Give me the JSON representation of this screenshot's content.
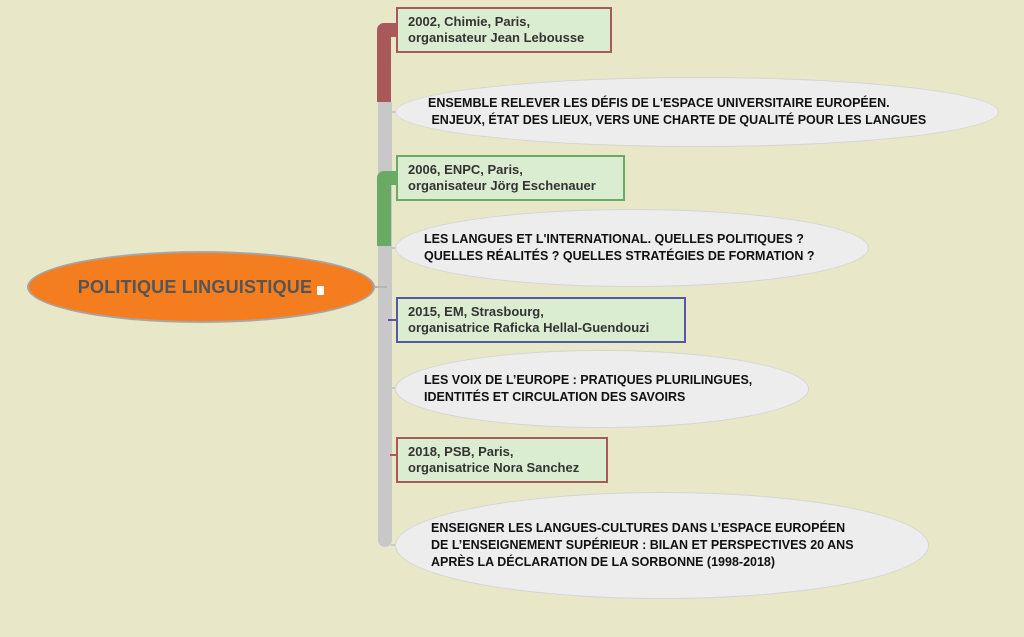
{
  "central": {
    "title": "POLITIQUE LINGUISTIQUE",
    "note_icon": "note-icon"
  },
  "events": [
    {
      "color": "#a85a5a",
      "date_lines": [
        "2002, Chimie, Paris,",
        "organisateur Jean Lebousse"
      ],
      "theme_lines": [
        "ENSEMBLE RELEVER LES DÉFIS DE L'ESPACE UNIVERSITAIRE  EUROPÉEN.",
        " ENJEUX, ÉTAT DES LIEUX, VERS UNE CHARTE DE QUALITÉ POUR LES LANGUES"
      ]
    },
    {
      "color": "#6aaa64",
      "date_lines": [
        "2006, ENPC, Paris,",
        "organisateur Jörg Eschenauer"
      ],
      "theme_lines": [
        "LES LANGUES ET L'INTERNATIONAL. QUELLES POLITIQUES ?",
        "QUELLES RÉALITÉS ? QUELLES STRATÉGIES DE FORMATION ?"
      ]
    },
    {
      "color": "#5559a0",
      "date_lines": [
        "2015, EM, Strasbourg,",
        "organisatrice Raficka Hellal-Guendouzi"
      ],
      "theme_lines": [
        "LES VOIX DE L’EUROPE : PRATIQUES PLURILINGUES,",
        "IDENTITÉS ET CIRCULATION DES SAVOIRS"
      ]
    },
    {
      "color": "#a85a5a",
      "date_lines": [
        "2018, PSB, Paris,",
        "organisatrice Nora Sanchez"
      ],
      "theme_lines": [
        "ENSEIGNER LES LANGUES-CULTURES DANS L’ESPACE EUROPÉEN",
        "DE L’ENSEIGNEMENT SUPÉRIEUR : BILAN ET PERSPECTIVES 20 ANS",
        "APRÈS LA DÉCLARATION DE LA SORBONNE (1998-2018)"
      ]
    }
  ]
}
